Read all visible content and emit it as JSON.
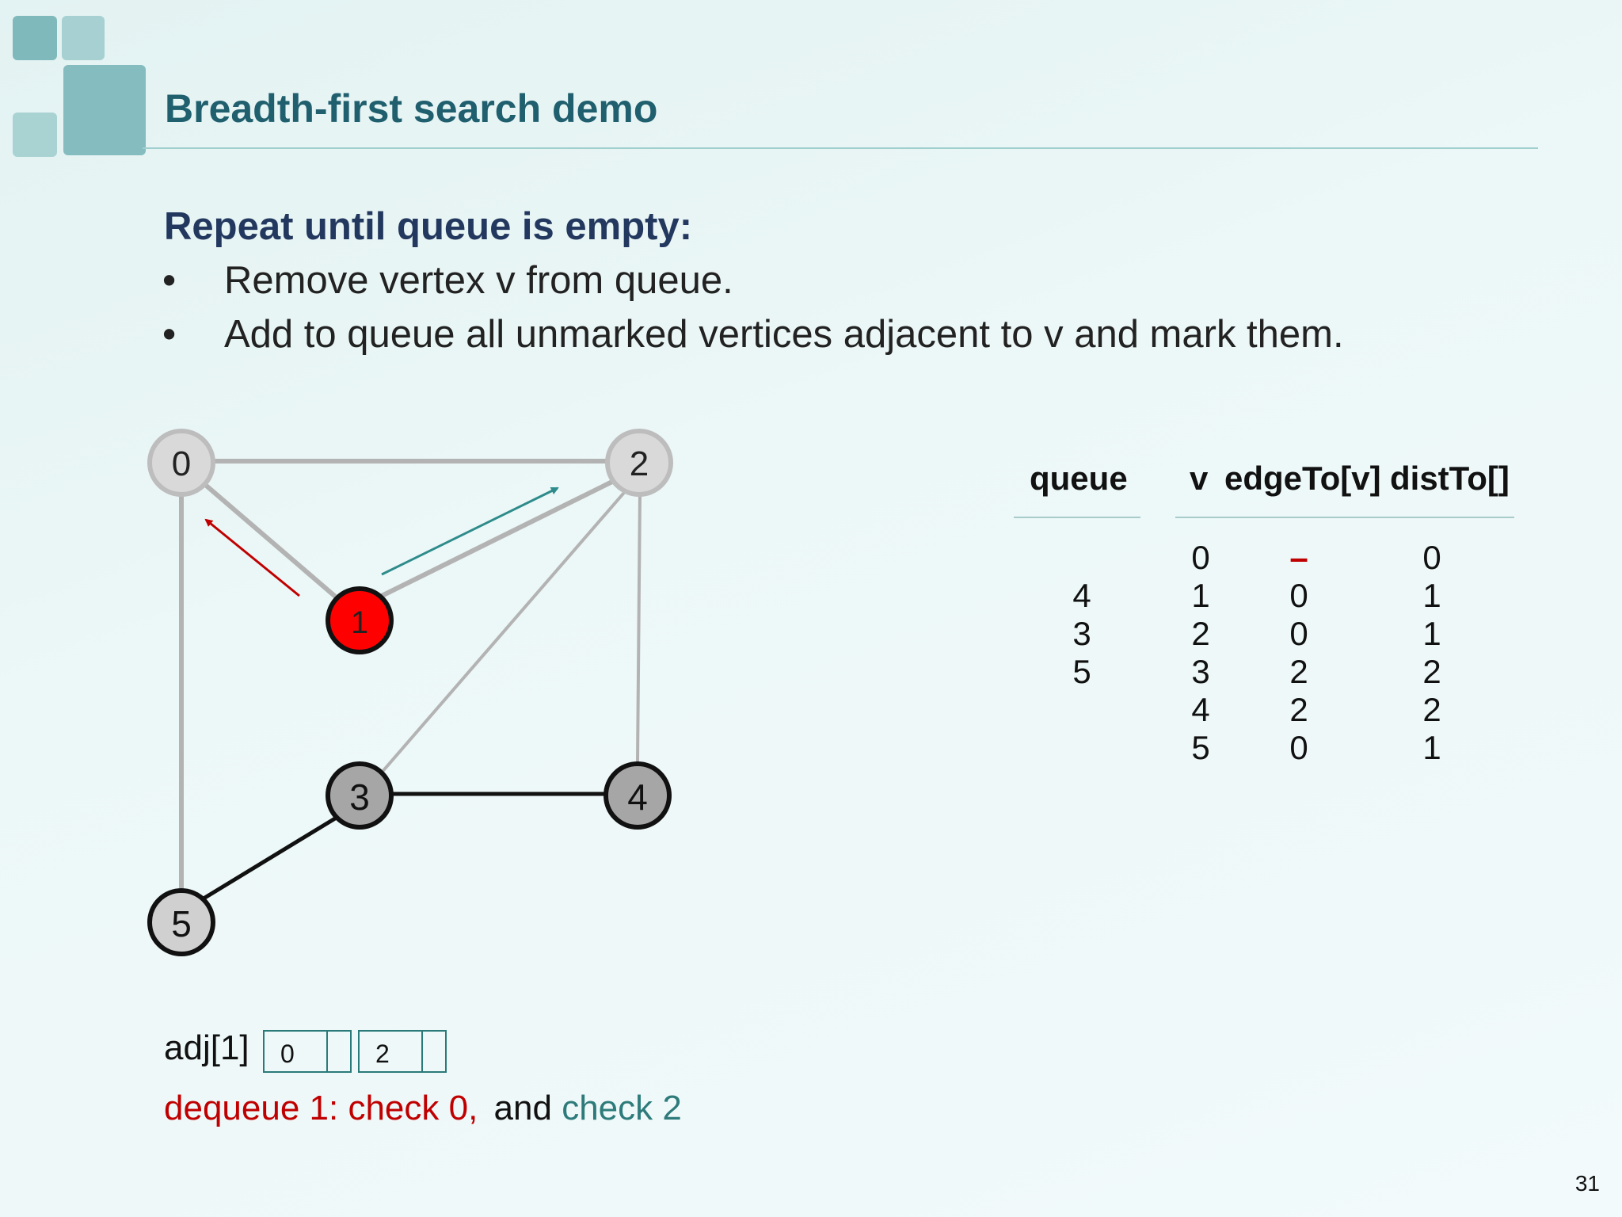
{
  "slide": {
    "title": "Breadth-first search demo",
    "heading": "Repeat until queue is empty:",
    "bullets": [
      "Remove vertex v from queue.",
      "Add to queue all unmarked vertices adjacent to v and mark them."
    ],
    "bullet_symbol": "•",
    "page_number": "31"
  },
  "graph": {
    "vertices": [
      {
        "id": "0",
        "state": "marked-light"
      },
      {
        "id": "1",
        "state": "current"
      },
      {
        "id": "2",
        "state": "marked-light"
      },
      {
        "id": "3",
        "state": "in-queue"
      },
      {
        "id": "4",
        "state": "in-queue"
      },
      {
        "id": "5",
        "state": "in-queue"
      }
    ],
    "edges": [
      {
        "from": "0",
        "to": "2",
        "style": "light"
      },
      {
        "from": "0",
        "to": "1",
        "style": "light"
      },
      {
        "from": "0",
        "to": "5",
        "style": "light"
      },
      {
        "from": "1",
        "to": "2",
        "style": "light"
      },
      {
        "from": "2",
        "to": "3",
        "style": "light"
      },
      {
        "from": "2",
        "to": "4",
        "style": "light"
      },
      {
        "from": "3",
        "to": "4",
        "style": "dark"
      },
      {
        "from": "3",
        "to": "5",
        "style": "dark"
      }
    ],
    "colors": {
      "current": "#ff0000",
      "light_vertex": "#d9d9d9",
      "dark_vertex": "#a6a6a6",
      "check_red": "#c00000",
      "check_teal": "#2e8b8b"
    }
  },
  "table": {
    "headers": {
      "queue": "queue",
      "v": "v",
      "edgeTo": "edgeTo[v]",
      "distTo": "distTo[]"
    },
    "queue": [
      "4",
      "3",
      "5"
    ],
    "v": [
      "0",
      "1",
      "2",
      "3",
      "4",
      "5"
    ],
    "edgeTo": [
      "–",
      "0",
      "0",
      "2",
      "2",
      "0"
    ],
    "distTo": [
      "0",
      "1",
      "1",
      "2",
      "2",
      "1"
    ]
  },
  "adj": {
    "label": "adj[1]",
    "entries": [
      "0",
      "2"
    ]
  },
  "caption": {
    "part1": "dequeue 1: check 0,",
    "part2": "and",
    "part3": "check 2"
  }
}
